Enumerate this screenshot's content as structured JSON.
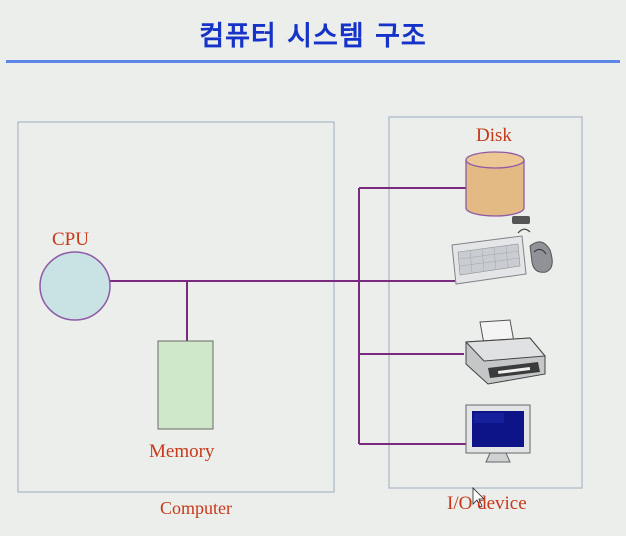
{
  "slide": {
    "title": "컴퓨터 시스템 구조"
  },
  "computer": {
    "label": "Computer",
    "cpu_label": "CPU",
    "memory_label": "Memory"
  },
  "io": {
    "label": "I/O device",
    "disk_label": "Disk"
  },
  "colors": {
    "title": "#1633c9",
    "title_rule": "#5d86e6",
    "bus": "#7a2b7f",
    "label": "#c8381a",
    "box_border": "#aeb9cc",
    "cpu_fill": "#c9e2e3",
    "memory_fill": "#cfe8c9",
    "disk_fill": "#e3ba84"
  },
  "icons": [
    "disk-icon",
    "keyboard-icon",
    "mouse-icon",
    "printer-icon",
    "monitor-icon"
  ]
}
